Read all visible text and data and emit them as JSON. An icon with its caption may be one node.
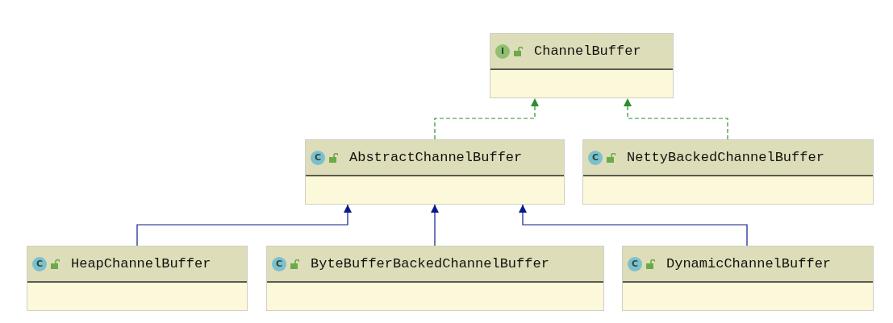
{
  "diagram": {
    "nodes": [
      {
        "text": [
          "I",
          "ChannelBuffer"
        ]
      },
      {
        "text": [
          "C",
          "AbstractChannelBuffer"
        ]
      },
      {
        "text": [
          "C",
          "NettyBackedChannelBuffer"
        ]
      },
      {
        "text": [
          "C",
          "HeapChannelBuffer"
        ]
      },
      {
        "text": [
          "C",
          "ByteBufferBackedChannelBuffer"
        ]
      },
      {
        "text": [
          "C",
          "DynamicChannelBuffer"
        ]
      }
    ],
    "edges": [
      {
        "from": 1,
        "to": 0,
        "arrow": "to",
        "style": "dashed",
        "color": "#2b8f2b"
      },
      {
        "from": 2,
        "to": 0,
        "arrow": "to",
        "style": "dashed",
        "color": "#2b8f2b"
      },
      {
        "from": 3,
        "to": 1,
        "arrow": "to"
      },
      {
        "from": 4,
        "to": 1,
        "arrow": "to"
      },
      {
        "from": 5,
        "to": 1,
        "arrow": "to"
      }
    ]
  }
}
